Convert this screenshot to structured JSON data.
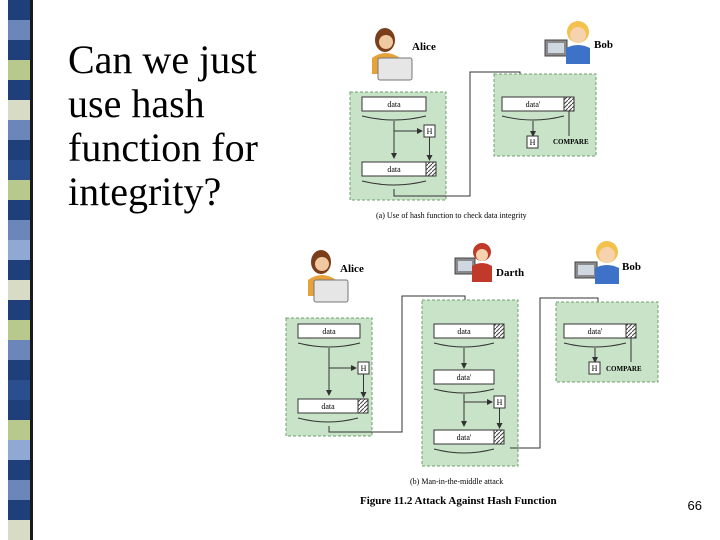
{
  "slide": {
    "title": "Can we just use hash function for integrity?",
    "page_number": "66"
  },
  "stripe_colors": [
    "#1f3f7a",
    "#6b86b8",
    "#b9c98e",
    "#d8dcc6",
    "#2a4e8e",
    "#8fa8d4"
  ],
  "figure": {
    "caption": "Figure 11.2  Attack Against Hash Function",
    "panel_a": {
      "caption": "(a) Use of hash function to check data integrity",
      "sender": "Alice",
      "receiver": "Bob",
      "data_label": "data",
      "received_label": "data'",
      "hash_label": "H",
      "compare_label": "COMPARE"
    },
    "panel_b": {
      "caption": "(b) Man-in-the-middle attack",
      "sender": "Alice",
      "attacker": "Darth",
      "receiver": "Bob",
      "data_label": "data",
      "altered_label": "data'",
      "hash_label": "H",
      "compare_label": "COMPARE"
    }
  },
  "colors": {
    "panel_fill": "#c8e3c8",
    "panel_border": "#6f9f6f",
    "box_fill": "#ffffff",
    "line": "#333333"
  }
}
